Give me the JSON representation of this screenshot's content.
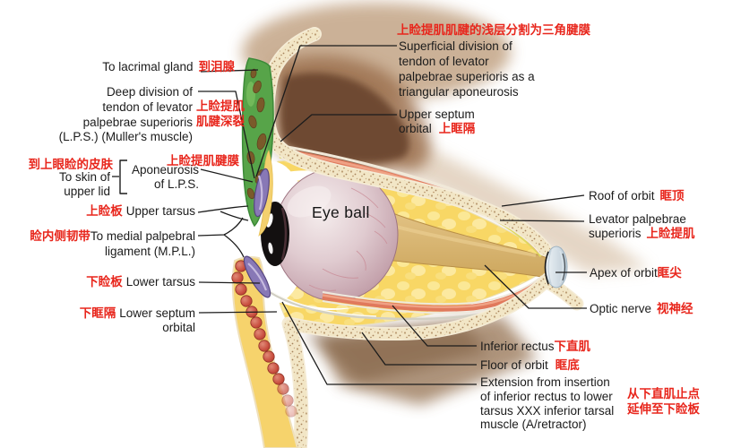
{
  "figure_colors": {
    "label_red": "#e8261c",
    "label_black": "#1b1b1b",
    "fat_yellow": "#f8d765",
    "muscle_salmon": "#e0795c",
    "bone_cream": "#f2e6c6",
    "lid_green": "#57a449",
    "tarsus_purple": "#8878b6",
    "nerve_tan": "#d9b772"
  },
  "eyeball_caption": "Eye ball",
  "labels": {
    "lacrimal": {
      "en": "To lacrimal gland",
      "zh": "到泪腺"
    },
    "deep_division": {
      "lines": [
        "Deep division of",
        "tendon of levator",
        "palpebrae superioris"
      ],
      "zh_lines": [
        "上睑提肌",
        "肌腱深裂"
      ],
      "suffix": "(L.P.S.) (Muller's muscle)"
    },
    "skin_upper_lid": {
      "zh": "到上眼睑的皮肤",
      "lines": [
        "To skin of",
        "upper lid"
      ]
    },
    "aponeurosis": {
      "zh": "上睑提肌腱膜",
      "lines": [
        "Aponeurosis",
        "of L.P.S."
      ]
    },
    "upper_tarsus": {
      "zh": "上睑板",
      "en": "Upper tarsus"
    },
    "medial_ligament": {
      "zh": "睑内侧韧带",
      "lines": [
        "To medial palpebral",
        "ligament (M.P.L.)"
      ]
    },
    "lower_tarsus": {
      "zh": "下睑板",
      "en": "Lower tarsus"
    },
    "lower_septum": {
      "zh": "下眶隔",
      "lines": [
        "Lower septum",
        "orbital"
      ]
    },
    "superficial_division": {
      "zh": "上睑提肌肌腱的浅层分割为三角腱膜",
      "lines": [
        "Superficial division of",
        "tendon of levator",
        "palpebrae superioris as a",
        "triangular aponeurosis"
      ]
    },
    "upper_septum": {
      "lines": [
        "Upper septum",
        "orbital"
      ],
      "zh": "上眶隔"
    },
    "roof_of_orbit": {
      "en": "Roof of orbit",
      "zh": "眶顶"
    },
    "levator": {
      "lines": [
        "Levator palpebrae",
        "superioris"
      ],
      "zh": "上睑提肌"
    },
    "apex_of_orbit": {
      "en": "Apex of orbit",
      "zh": "眶尖"
    },
    "optic_nerve": {
      "en": "Optic nerve",
      "zh": "视神经"
    },
    "inferior_rectus": {
      "en": "Inferior rectus",
      "zh": "下直肌"
    },
    "floor_of_orbit": {
      "en": "Floor of orbit",
      "zh": "眶底"
    },
    "inferior_extension": {
      "lines": [
        "Extension from insertion",
        "of inferior rectus to lower",
        "tarsus XXX inferior tarsal",
        "muscle (A/retractor)"
      ],
      "zh_lines": [
        "从下直肌止点",
        "延伸至下睑板"
      ]
    }
  }
}
